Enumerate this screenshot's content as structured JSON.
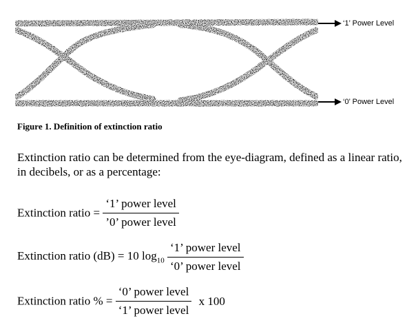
{
  "figure": {
    "level_one_label": "‘1’ Power Level",
    "level_zero_label": "‘0’ Power Level",
    "caption": "Figure 1.  Definition of extinction ratio"
  },
  "paragraph": "Extinction ratio can be determined from the eye-diagram, defined as a linear ratio, in decibels, or as a percentage:",
  "equations": {
    "linear": {
      "lhs": "Extinction ratio =",
      "numerator": "‘1’ power level",
      "denominator": "’0’ power level"
    },
    "db": {
      "lhs": "Extinction ratio (dB) = 10 log",
      "sub": "10",
      "numerator": "‘1’ power level",
      "denominator": "‘0’ power level"
    },
    "percent": {
      "lhs": "Extinction ratio % =",
      "numerator": "‘0’ power level",
      "denominator": "‘1’ power level",
      "suffix": "x 100"
    }
  }
}
